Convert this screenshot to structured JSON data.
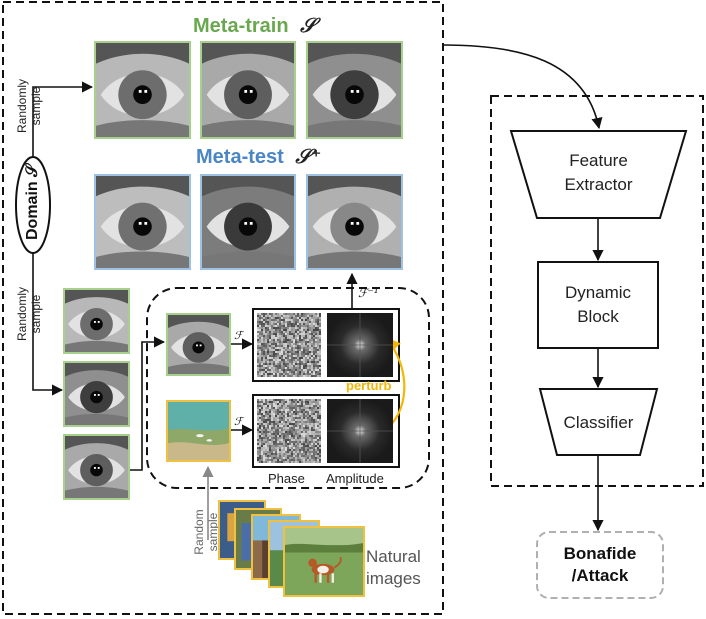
{
  "colors": {
    "meta_train": "#6aa84f",
    "meta_test": "#4a86c5",
    "perturb": "#f2b705",
    "natural": "#f0c040",
    "dashed_gray": "#b0b0b0"
  },
  "left_panel": {
    "meta_train_label": "Meta-train",
    "meta_train_symbol": "𝒮",
    "meta_test_label": "Meta-test",
    "meta_test_symbol": "𝒮⁺",
    "domain_label": "Domain 𝒮",
    "randomly_sample_top_1": "Randomly",
    "randomly_sample_top_2": "sample",
    "randomly_sample_mid_1": "Randomly",
    "randomly_sample_mid_2": "sample",
    "randomly_sample_nat_1": "Random",
    "randomly_sample_nat_2": "sample",
    "fourier_label": "ℱ",
    "fourier_label_2": "ℱ",
    "inverse_fourier_label": "ℱ⁻¹",
    "perturb_label": "perturb",
    "phase_label": "Phase",
    "amplitude_label": "Amplitude",
    "natural_images_1": "Natural",
    "natural_images_2": "images"
  },
  "right_panel": {
    "feature_extractor_1": "Feature",
    "feature_extractor_2": "Extractor",
    "dynamic_block_1": "Dynamic",
    "dynamic_block_2": "Block",
    "classifier": "Classifier",
    "output_1": "Bonafide",
    "output_2": "/Attack"
  }
}
